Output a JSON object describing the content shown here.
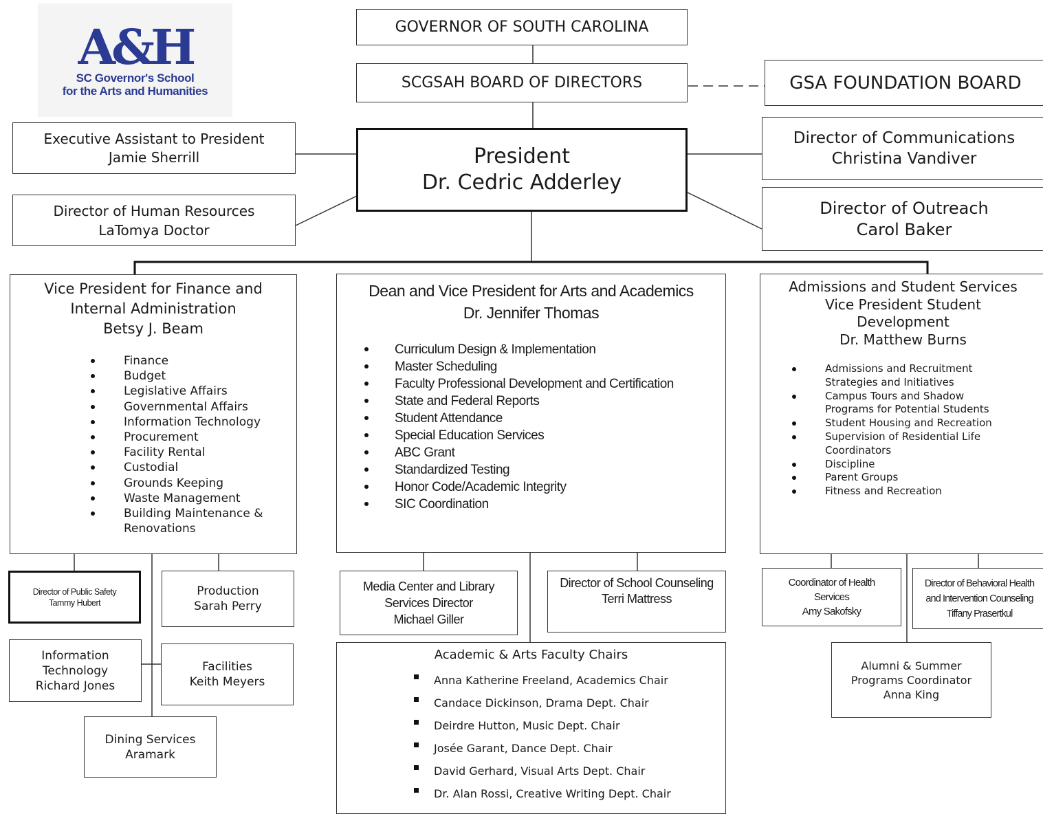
{
  "logo": {
    "mark": "A&H",
    "line1": "SC Governor's School",
    "line2": "for the Arts and Humanities"
  },
  "governor": "GOVERNOR OF SOUTH CAROLINA",
  "board": "SCGSAH BOARD OF DIRECTORS",
  "foundation": "GSA FOUNDATION BOARD",
  "president": {
    "title": "President",
    "name": "Dr. Cedric Adderley"
  },
  "exec_assistant": {
    "title": "Executive Assistant to President",
    "name": "Jamie Sherrill"
  },
  "hr": {
    "title": "Director of Human Resources",
    "name": "LaTomya Doctor"
  },
  "communications": {
    "title": "Director of Communications",
    "name": "Christina Vandiver"
  },
  "outreach": {
    "title": "Director of Outreach",
    "name": "Carol Baker"
  },
  "finance_vp": {
    "title1": "Vice President for Finance and",
    "title2": "Internal Administration",
    "name": "Betsy J. Beam",
    "items": [
      "Finance",
      "Budget",
      "Legislative Affairs",
      "Governmental Affairs",
      "Information Technology",
      "Procurement",
      "Facility Rental",
      "Custodial",
      "Grounds Keeping",
      "Waste Management",
      "Building Maintenance &",
      "Renovations"
    ]
  },
  "academics_vp": {
    "title": "Dean and Vice President for Arts and Academics",
    "name": "Dr. Jennifer Thomas",
    "items": [
      "Curriculum Design & Implementation",
      "Master Scheduling",
      "Faculty Professional Development and Certification",
      "State and Federal Reports",
      "Student Attendance",
      "Special Education Services",
      "ABC Grant",
      "Standardized Testing",
      "Honor Code/Academic Integrity",
      "SIC Coordination"
    ]
  },
  "student_vp": {
    "title1": "Admissions and Student Services",
    "title2": "Vice President Student",
    "title3": "Development",
    "name": "Dr. Matthew Burns",
    "items": [
      "Admissions and Recruitment",
      "Strategies and Initiatives",
      "Campus Tours and Shadow",
      "Programs for Potential Students",
      "Student Housing and Recreation",
      "Supervision of Residential Life",
      "Coordinators",
      "Discipline",
      "Parent Groups",
      "Fitness and Recreation"
    ]
  },
  "public_safety": {
    "title": "Director of Public Safety",
    "name": "Tammy Hubert"
  },
  "production": {
    "title": "Production",
    "name": "Sarah Perry"
  },
  "it": {
    "line1": "Information",
    "line2": "Technology",
    "name": "Richard Jones"
  },
  "facilities": {
    "title": "Facilities",
    "name": "Keith Meyers"
  },
  "dining": {
    "title": "Dining Services",
    "name": "Aramark"
  },
  "media": {
    "line1": "Media Center and Library",
    "line2": "Services Director",
    "name": "Michael Giller"
  },
  "counseling": {
    "title": "Director of School Counseling",
    "name": "Terri Mattress"
  },
  "faculty_chairs": {
    "title": "Academic & Arts Faculty Chairs",
    "items": [
      "Anna Katherine Freeland, Academics Chair",
      "Candace Dickinson, Drama Dept. Chair",
      "Deirdre Hutton, Music Dept. Chair",
      "Josée Garant, Dance Dept. Chair",
      "David Gerhard, Visual Arts Dept. Chair",
      "Dr. Alan Rossi, Creative Writing Dept. Chair"
    ]
  },
  "health": {
    "line1": "Coordinator of Health",
    "line2": "Services",
    "name": "Amy Sakofsky"
  },
  "behavioral": {
    "line1": "Director of Behavioral Health",
    "line2": "and Intervention Counseling",
    "name": "Tiffany Prasertkul"
  },
  "alumni": {
    "line1": "Alumni & Summer",
    "line2": "Programs Coordinator",
    "name": "Anna King"
  }
}
